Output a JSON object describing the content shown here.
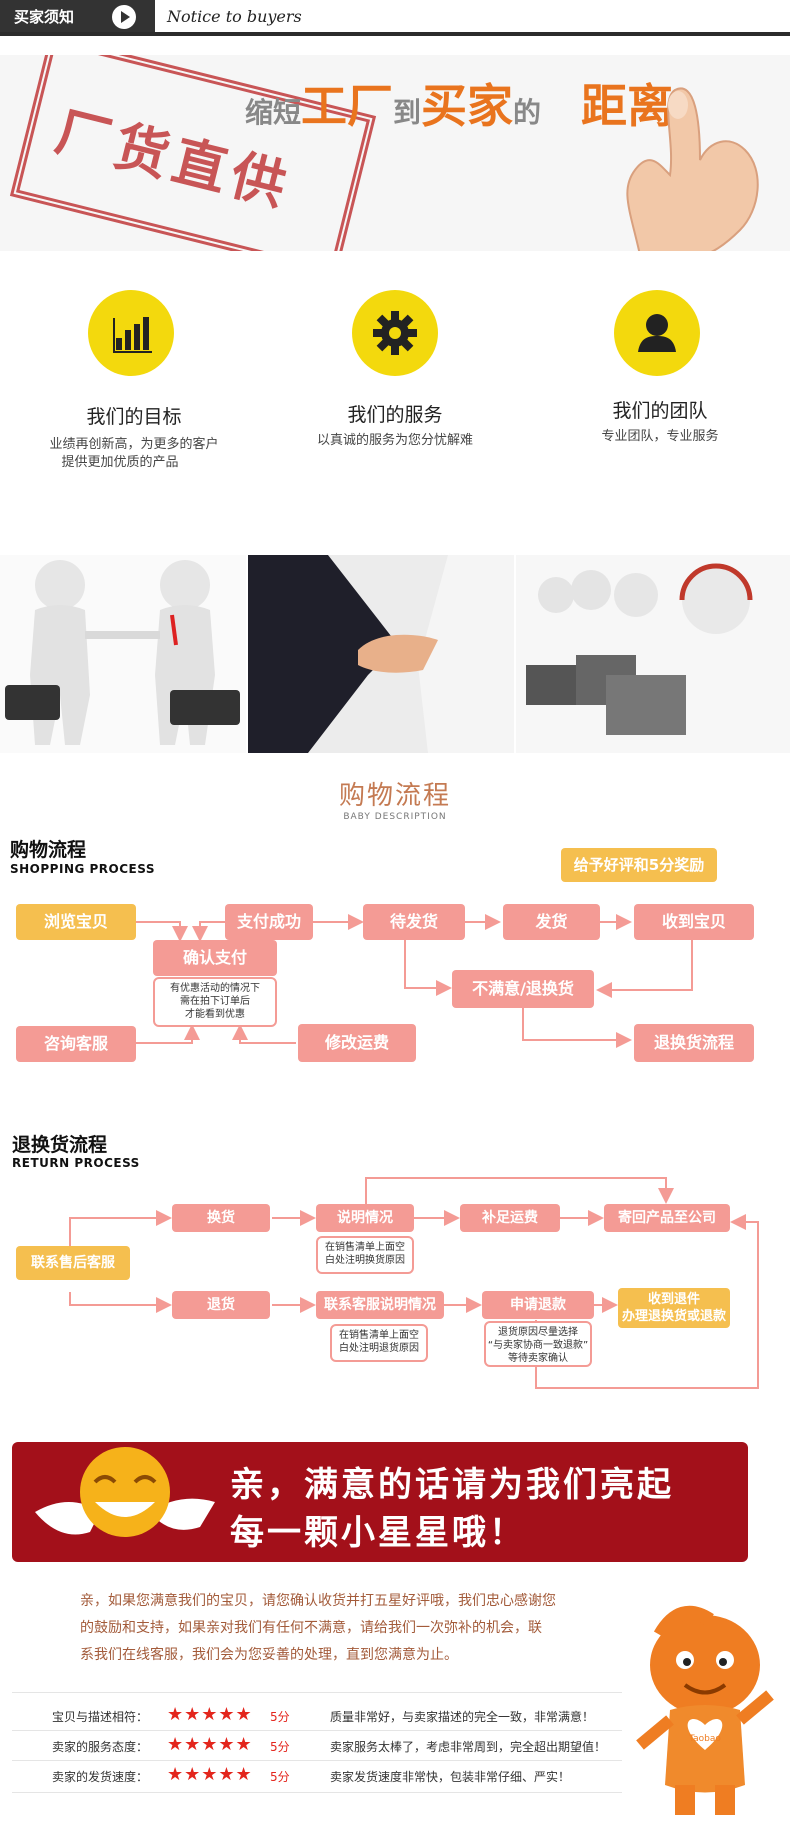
{
  "header": {
    "label": "买家须知",
    "notice": "Notice to buyers"
  },
  "banner": {
    "stamp": "厂货直供",
    "slogan": [
      {
        "t": "缩短",
        "style": "s"
      },
      {
        "t": "工厂",
        "style": "b"
      },
      {
        "t": "到",
        "style": "s"
      },
      {
        "t": "买家",
        "style": "b"
      },
      {
        "t": "的",
        "style": "s"
      },
      {
        "t": "距离",
        "style": "b"
      }
    ]
  },
  "pillars": [
    {
      "icon": "bar-chart-icon",
      "title": "我们的目标",
      "sub1": "业绩再创新高，为更多的客户",
      "sub2": "提供更加优质的产品"
    },
    {
      "icon": "gear-icon",
      "title": "我们的服务",
      "sub1": "以真诚的服务为您分忧解难",
      "sub2": ""
    },
    {
      "icon": "person-icon",
      "title": "我们的团队",
      "sub1": "专业团队，专业服务",
      "sub2": ""
    }
  ],
  "photos": [
    "handshake-figures",
    "handshake-business",
    "call-center-figures"
  ],
  "shopping_title": {
    "cn": "购物流程",
    "en": "BABY DESCRIPTION"
  },
  "shopping": {
    "cn": "购物流程",
    "en": "SHOPPING PROCESS",
    "reward": "给予好评和5分奖励",
    "browse": "浏览宝贝",
    "paid": "支付成功",
    "wait_ship": "待发货",
    "ship": "发货",
    "received": "收到宝贝",
    "confirm_pay": "确认支付",
    "note": [
      "有优惠活动的情况下",
      "需在拍下订单后",
      "才能看到优惠"
    ],
    "unhappy": "不满意/退换货",
    "consult": "咨询客服",
    "modify": "修改运费",
    "return_flow": "退换货流程"
  },
  "returns": {
    "cn": "退换货流程",
    "en": "RETURN PROCESS",
    "contact": "联系售后客服",
    "exchange": "换货",
    "explain": "说明情况",
    "add_fee": "补足运费",
    "send_back": "寄回产品至公司",
    "refund": "退货",
    "contact_cs": "联系客服说明情况",
    "apply": "申请退款",
    "received_refund_1": "收到退件",
    "received_refund_2": "办理退换货或退款",
    "note1": [
      "在销售清单上面空",
      "白处注明换货原因"
    ],
    "note2": [
      "在销售清单上面空",
      "白处注明退货原因"
    ],
    "note3": [
      "退货原因尽量选择",
      "“与卖家协商一致退款”",
      "等待卖家确认"
    ]
  },
  "stars_banner": {
    "line1": "亲，满意的话请为我们亮起",
    "line2": "每一颗小星星哦！"
  },
  "paragraph": [
    "亲，如果您满意我们的宝贝，请您确认收货并打五星好评哦，我们忠心感谢您",
    "的鼓励和支持，如果亲对我们有任何不满意，请给我们一次弥补的机会，联",
    "系我们在线客服，我们会为您妥善的处理，直到您满意为止。"
  ],
  "ratings": [
    {
      "label": "宝贝与描述相符：",
      "stars": "★★★★★",
      "score": "5分",
      "desc": "质量非常好，与卖家描述的完全一致，非常满意！"
    },
    {
      "label": "卖家的服务态度：",
      "stars": "★★★★★",
      "score": "5分",
      "desc": "卖家服务太棒了，考虑非常周到，完全超出期望值！"
    },
    {
      "label": "卖家的发货速度：",
      "stars": "★★★★★",
      "score": "5分",
      "desc": "卖家发货速度非常快，包装非常仔细、严实！"
    }
  ],
  "mascot_heart": "Taobao"
}
